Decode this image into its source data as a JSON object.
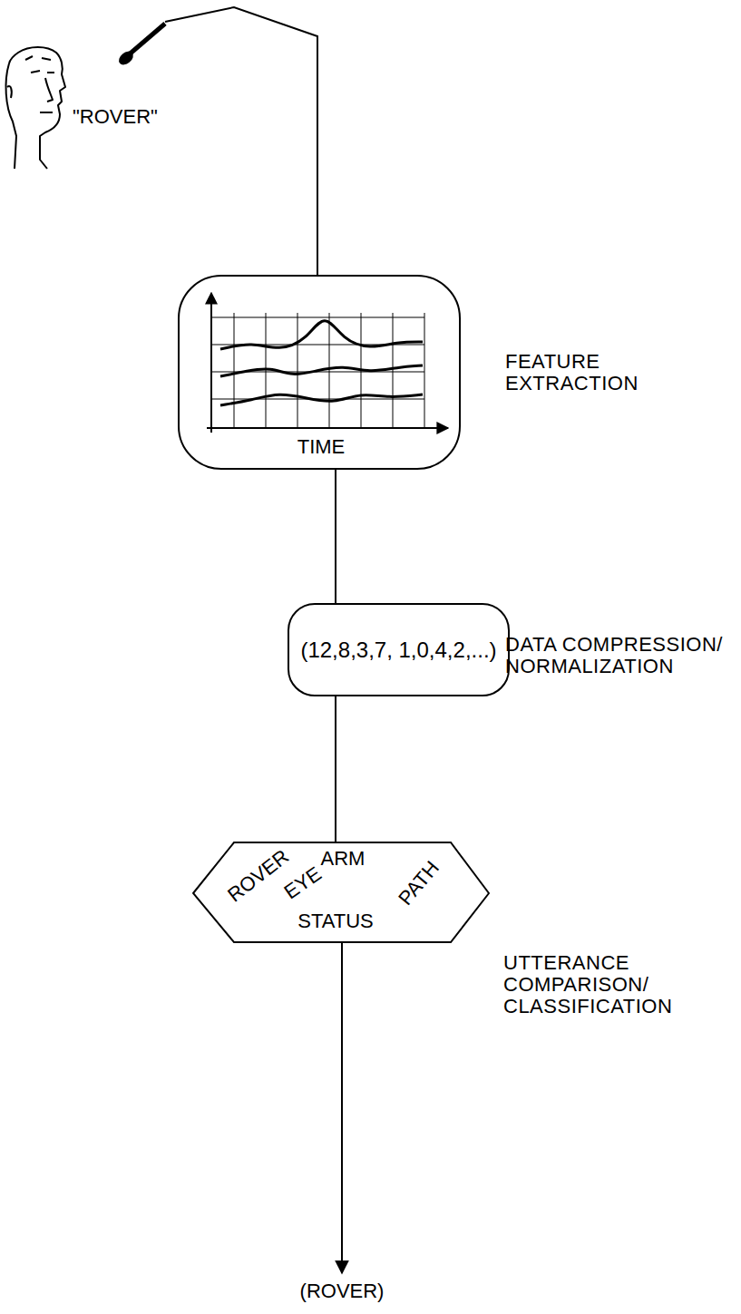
{
  "diagram": {
    "nodes": [
      {
        "text": [
          "TIME",
          "FEATURE EXTRACTION"
        ]
      },
      {
        "text": [
          "(12,8,3,7, 1,0,4,2,...)",
          "DATA COMPRESSION/ NORMALIZATION"
        ]
      },
      {
        "text": [
          "ROVER",
          "ARM",
          "EYE",
          "PATH",
          "STATUS",
          "UTTERANCE COMPARISON/ CLASSIFICATION"
        ]
      }
    ],
    "edges": [
      {
        "from": 0,
        "to": 1,
        "arrow": "none"
      },
      {
        "from": 1,
        "to": 2,
        "arrow": "none"
      }
    ],
    "labels": [
      "\"ROVER\"",
      "(ROVER)"
    ]
  }
}
